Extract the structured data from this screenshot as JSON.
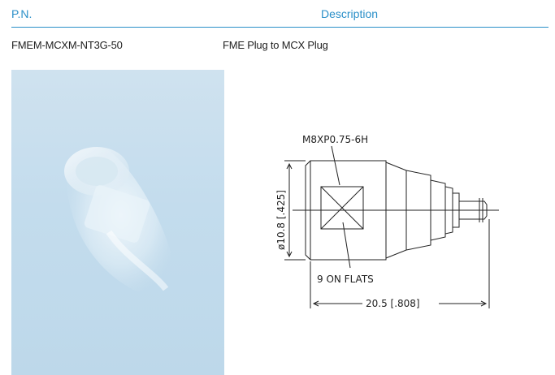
{
  "header": {
    "pn_label": "P.N.",
    "description_label": "Description"
  },
  "product": {
    "part_number": "FMEM-MCXM-NT3G-50",
    "description": "FME Plug to MCX Plug"
  },
  "drawing": {
    "thread_callout": "M8XP0.75-6H",
    "diameter_callout": "ø10.8 [.425]",
    "flats_callout": "9 ON FLATS",
    "length_callout": "20.5 [.808]"
  },
  "colors": {
    "accent": "#2a8fc8",
    "photo_background": "#c6dded"
  }
}
